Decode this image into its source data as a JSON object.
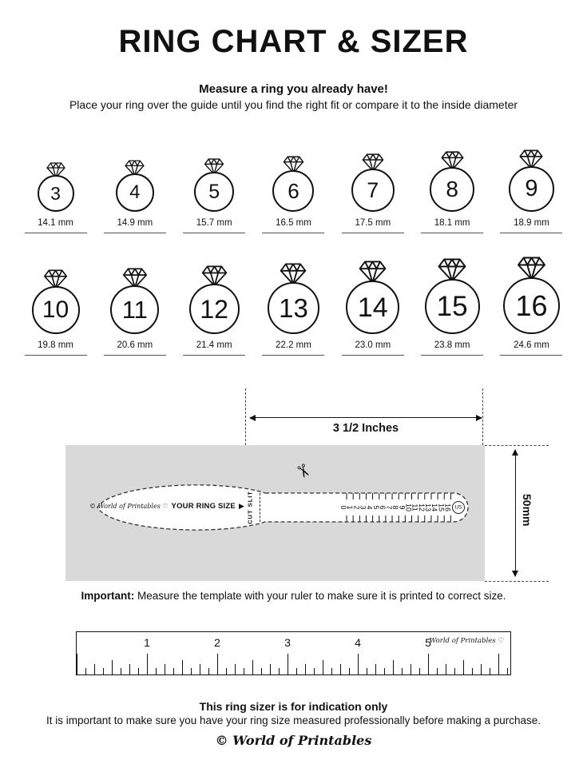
{
  "page": {
    "title": "RING CHART & SIZER",
    "subtitle": "Measure a ring you already have!",
    "description": "Place your ring over the guide until you find the right fit or compare it to the inside diameter"
  },
  "ring_chart": {
    "rows": [
      {
        "rings": [
          {
            "size": "3",
            "mm": 14.1,
            "label": "14.1 mm"
          },
          {
            "size": "4",
            "mm": 14.9,
            "label": "14.9 mm"
          },
          {
            "size": "5",
            "mm": 15.7,
            "label": "15.7 mm"
          },
          {
            "size": "6",
            "mm": 16.5,
            "label": "16.5 mm"
          },
          {
            "size": "7",
            "mm": 17.5,
            "label": "17.5 mm"
          },
          {
            "size": "8",
            "mm": 18.1,
            "label": "18.1 mm"
          },
          {
            "size": "9",
            "mm": 18.9,
            "label": "18.9 mm"
          }
        ]
      },
      {
        "rings": [
          {
            "size": "10",
            "mm": 19.8,
            "label": "19.8 mm"
          },
          {
            "size": "11",
            "mm": 20.6,
            "label": "20.6 mm"
          },
          {
            "size": "12",
            "mm": 21.4,
            "label": "21.4 mm"
          },
          {
            "size": "13",
            "mm": 22.2,
            "label": "22.2 mm"
          },
          {
            "size": "14",
            "mm": 23.0,
            "label": "23.0 mm"
          },
          {
            "size": "15",
            "mm": 23.8,
            "label": "23.8 mm"
          },
          {
            "size": "16",
            "mm": 24.6,
            "label": "24.6 mm"
          }
        ]
      }
    ]
  },
  "sizer": {
    "width_label": "3 1/2 Inches",
    "height_label": "50mm",
    "brand": "© World of Printables ♡",
    "ring_size_label": "YOUR RING SIZE",
    "pointer_glyph": "▶",
    "cut_slit_label": "CUT SLIT",
    "scissors_glyph": "✂",
    "scale_numbers": [
      "0",
      "1",
      "2",
      "3",
      "4",
      "5",
      "6",
      "7",
      "8",
      "9",
      "10",
      "11",
      "12",
      "13",
      "14",
      "15",
      "16"
    ],
    "unit_badge": "US"
  },
  "important": {
    "label": "Important:",
    "text": " Measure the template with your ruler to make sure it is printed to correct size."
  },
  "ruler": {
    "numbers": [
      "1",
      "2",
      "3",
      "4",
      "5"
    ],
    "brand": "World of Printables ♡"
  },
  "footer": {
    "bold_line": "This ring sizer is for indication only",
    "text_line": "It is important to make sure you have your ring size measured professionally before making a purchase.",
    "logo": "© World of Printables"
  }
}
